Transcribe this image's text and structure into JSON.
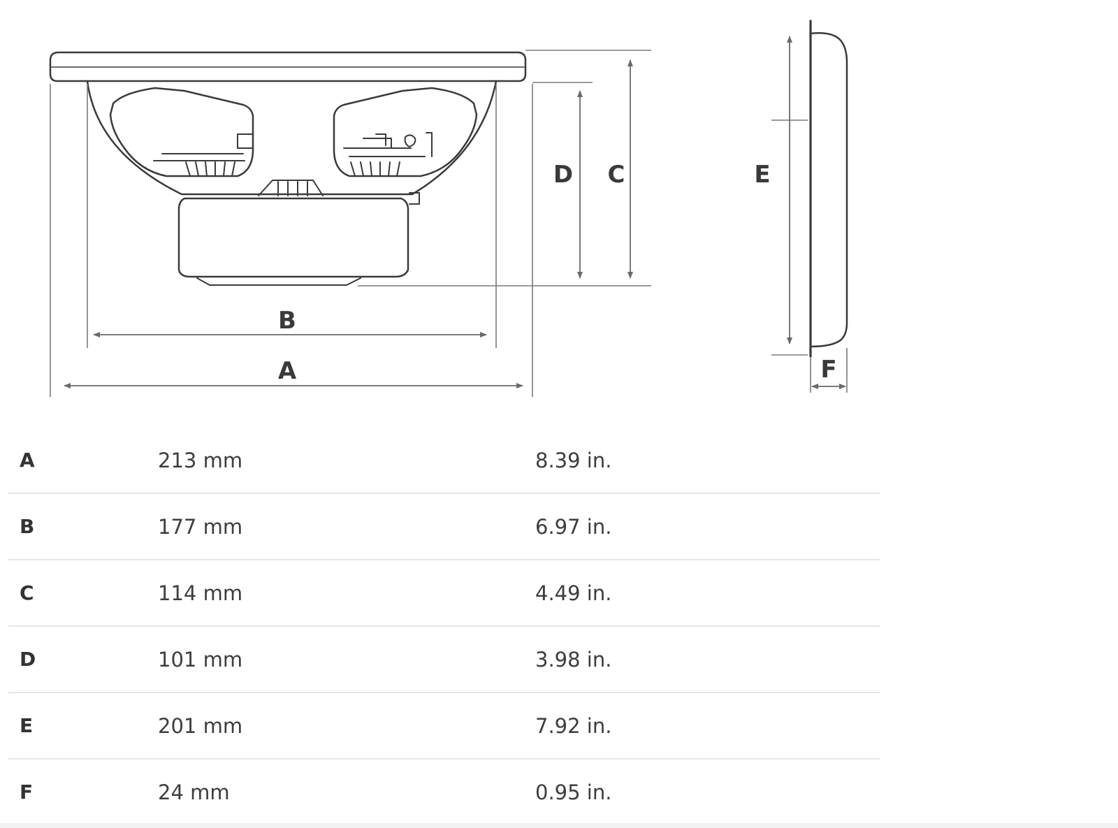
{
  "diagram": {
    "labels": {
      "a": "A",
      "b": "B",
      "c": "C",
      "d": "D",
      "e": "E",
      "f": "F"
    },
    "colors": {
      "line": "#3a3a3a",
      "dim_line": "#6a6a6a"
    }
  },
  "specs": [
    {
      "label": "A",
      "mm": "213 mm",
      "in": "8.39 in."
    },
    {
      "label": "B",
      "mm": "177 mm",
      "in": "6.97 in."
    },
    {
      "label": "C",
      "mm": "114 mm",
      "in": "4.49 in."
    },
    {
      "label": "D",
      "mm": "101 mm",
      "in": "3.98 in."
    },
    {
      "label": "E",
      "mm": "201 mm",
      "in": "7.92 in."
    },
    {
      "label": "F",
      "mm": "24 mm",
      "in": "0.95 in."
    }
  ]
}
